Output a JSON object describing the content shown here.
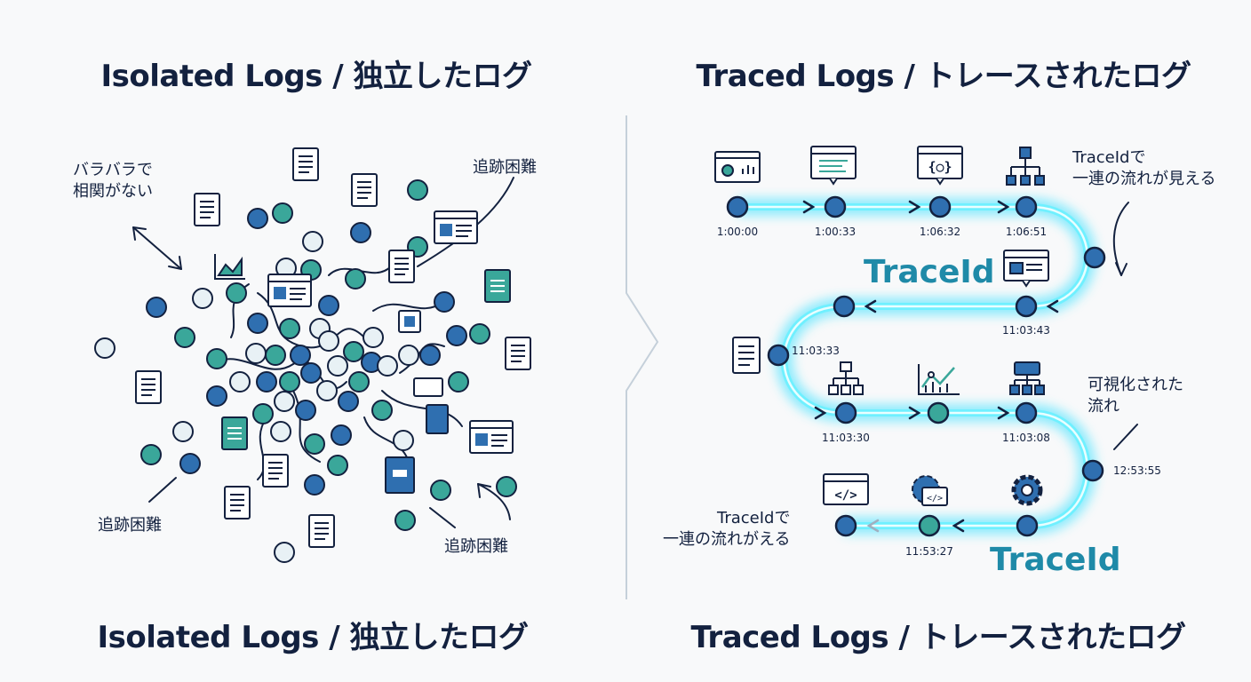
{
  "left": {
    "title_top": "Isolated Logs / 独立したログ",
    "title_bottom": "Isolated Logs / 独立したログ",
    "ann_scattered": "バラバラで\n相関がない",
    "ann_hard_1": "追跡困難",
    "ann_hard_2": "追跡困難",
    "ann_hard_3": "追跡困難"
  },
  "right": {
    "title_top": "Traced Logs / トレースされたログ",
    "title_bottom": "Traced Logs / トレースされたログ",
    "ann_flow_1": "TraceIdで\n一連の流れが見える",
    "ann_visualized": "可視化された\n流れ",
    "ann_flow_2": "TraceIdで\n一連の流れがえる",
    "traceid_1": "TraceId",
    "traceid_2": "TraceId",
    "timestamps": [
      "1:00:00",
      "1:00:33",
      "1:06:32",
      "1:06:51",
      "11:03:43",
      "11:03:33",
      "11:03:30",
      "11:03:08",
      "12:53:55",
      "11:53:27"
    ]
  },
  "colors": {
    "navy": "#13213f",
    "teal": "#3aa79a",
    "blue": "#2f6fb0",
    "light": "#e8f1f5",
    "glow": "#35e0ff",
    "accent": "#1f8aa8"
  }
}
